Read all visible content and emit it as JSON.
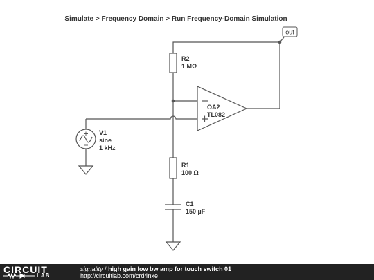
{
  "header": {
    "breadcrumb": "Simulate > Frequency Domain > Run Frequency-Domain Simulation"
  },
  "components": {
    "r2": {
      "name": "R2",
      "value": "1 MΩ"
    },
    "r1": {
      "name": "R1",
      "value": "100 Ω"
    },
    "c1": {
      "name": "C1",
      "value": "150 µF"
    },
    "v1": {
      "name": "V1",
      "type": "sine",
      "freq": "1 kHz"
    },
    "oa2": {
      "name": "OA2",
      "model": "TL082"
    },
    "out_label": "out"
  },
  "footer": {
    "logo_top": "CIRCUIT",
    "logo_bottom": "LAB",
    "user": "signality",
    "separator": "/",
    "title": "high gain low bw amp for touch switch 01",
    "url": "http://circuitlab.com/crd4nxe"
  }
}
